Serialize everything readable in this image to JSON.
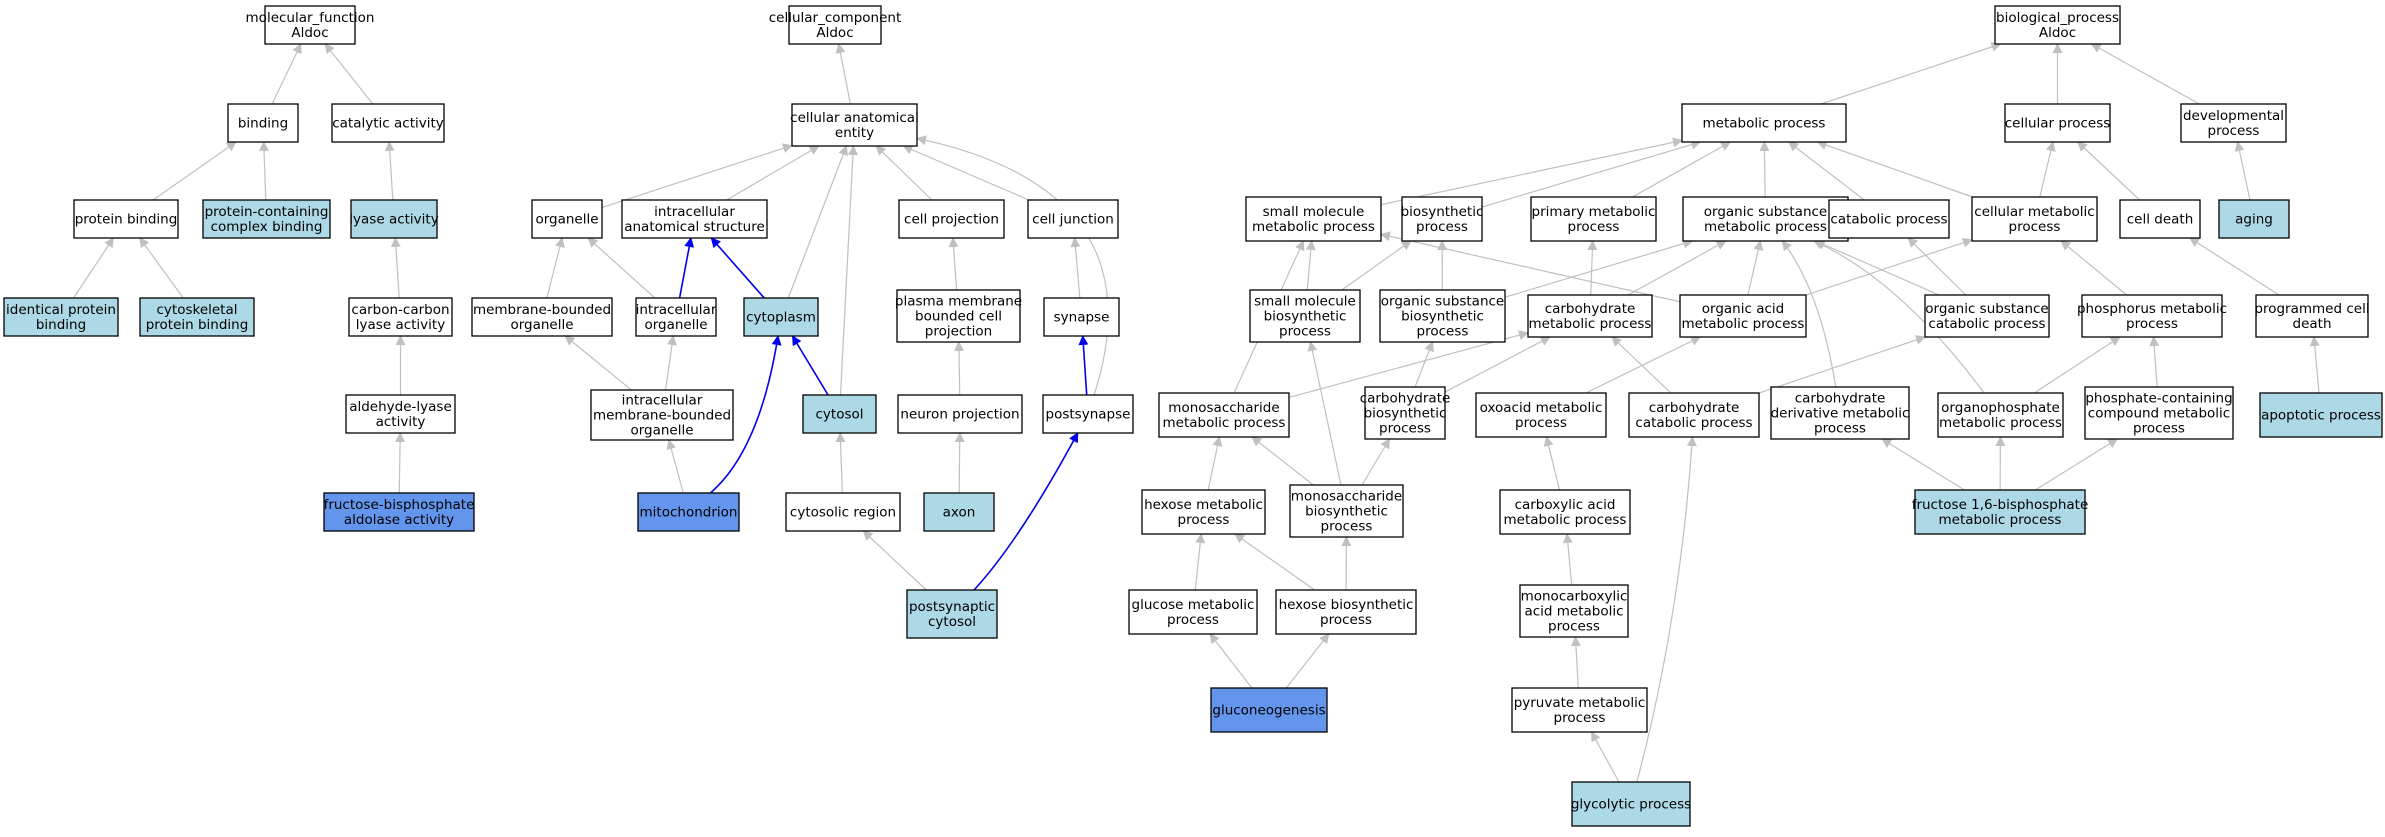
{
  "colors": {
    "edge_default": "#c0c0c0",
    "edge_highlight": "#0000ee",
    "node_plain": "#ffffff",
    "node_light": "#add8e6",
    "node_dark": "#6495ed",
    "node_border": "#000000"
  },
  "nodes": [
    {
      "id": "mf",
      "lines": [
        "molecular_function",
        "Aldoc"
      ],
      "fill": "plain"
    },
    {
      "id": "binding",
      "lines": [
        "binding"
      ],
      "fill": "plain"
    },
    {
      "id": "catalytic",
      "lines": [
        "catalytic activity"
      ],
      "fill": "plain"
    },
    {
      "id": "protein_binding",
      "lines": [
        "protein binding"
      ],
      "fill": "plain"
    },
    {
      "id": "pc_complex",
      "lines": [
        "protein-containing",
        "complex binding"
      ],
      "fill": "light"
    },
    {
      "id": "lyase",
      "lines": [
        "lyase activity"
      ],
      "fill": "light"
    },
    {
      "id": "identical",
      "lines": [
        "identical protein",
        "binding"
      ],
      "fill": "light"
    },
    {
      "id": "cytoskeletal",
      "lines": [
        "cytoskeletal",
        "protein binding"
      ],
      "fill": "light"
    },
    {
      "id": "cc_lyase",
      "lines": [
        "carbon-carbon",
        "lyase activity"
      ],
      "fill": "plain"
    },
    {
      "id": "aldehyde_lyase",
      "lines": [
        "aldehyde-lyase",
        "activity"
      ],
      "fill": "plain"
    },
    {
      "id": "fba",
      "lines": [
        "fructose-bisphosphate",
        "aldolase activity"
      ],
      "fill": "dark"
    },
    {
      "id": "cc",
      "lines": [
        "cellular_component",
        "Aldoc"
      ],
      "fill": "plain"
    },
    {
      "id": "cae",
      "lines": [
        "cellular anatomical",
        "entity"
      ],
      "fill": "plain"
    },
    {
      "id": "organelle",
      "lines": [
        "organelle"
      ],
      "fill": "plain"
    },
    {
      "id": "ias",
      "lines": [
        "intracellular",
        "anatomical structure"
      ],
      "fill": "plain"
    },
    {
      "id": "cell_projection",
      "lines": [
        "cell projection"
      ],
      "fill": "plain"
    },
    {
      "id": "cell_junction",
      "lines": [
        "cell junction"
      ],
      "fill": "plain"
    },
    {
      "id": "mbo",
      "lines": [
        "membrane-bounded",
        "organelle"
      ],
      "fill": "plain"
    },
    {
      "id": "io",
      "lines": [
        "intracellular",
        "organelle"
      ],
      "fill": "plain"
    },
    {
      "id": "cytoplasm",
      "lines": [
        "cytoplasm"
      ],
      "fill": "light"
    },
    {
      "id": "pmbcp",
      "lines": [
        "plasma membrane",
        "bounded cell",
        "projection"
      ],
      "fill": "plain"
    },
    {
      "id": "synapse",
      "lines": [
        "synapse"
      ],
      "fill": "plain"
    },
    {
      "id": "imbo",
      "lines": [
        "intracellular",
        "membrane-bounded",
        "organelle"
      ],
      "fill": "plain"
    },
    {
      "id": "cytosol",
      "lines": [
        "cytosol"
      ],
      "fill": "light"
    },
    {
      "id": "neuron_proj",
      "lines": [
        "neuron projection"
      ],
      "fill": "plain"
    },
    {
      "id": "postsynapse",
      "lines": [
        "postsynapse"
      ],
      "fill": "plain"
    },
    {
      "id": "mito",
      "lines": [
        "mitochondrion"
      ],
      "fill": "dark"
    },
    {
      "id": "cyto_region",
      "lines": [
        "cytosolic region"
      ],
      "fill": "plain"
    },
    {
      "id": "axon",
      "lines": [
        "axon"
      ],
      "fill": "light"
    },
    {
      "id": "psc",
      "lines": [
        "postsynaptic",
        "cytosol"
      ],
      "fill": "light"
    },
    {
      "id": "bp",
      "lines": [
        "biological_process",
        "Aldoc"
      ],
      "fill": "plain"
    },
    {
      "id": "metabolic",
      "lines": [
        "metabolic process"
      ],
      "fill": "plain"
    },
    {
      "id": "cellular_process",
      "lines": [
        "cellular process"
      ],
      "fill": "plain"
    },
    {
      "id": "developmental",
      "lines": [
        "developmental",
        "process"
      ],
      "fill": "plain"
    },
    {
      "id": "smmp",
      "lines": [
        "small molecule",
        "metabolic process"
      ],
      "fill": "plain"
    },
    {
      "id": "biosynthetic",
      "lines": [
        "biosynthetic",
        "process"
      ],
      "fill": "plain"
    },
    {
      "id": "primary",
      "lines": [
        "primary metabolic",
        "process"
      ],
      "fill": "plain"
    },
    {
      "id": "osmp",
      "lines": [
        "organic substance",
        "metabolic process"
      ],
      "fill": "plain"
    },
    {
      "id": "catabolic",
      "lines": [
        "catabolic process"
      ],
      "fill": "plain"
    },
    {
      "id": "cmp",
      "lines": [
        "cellular metabolic",
        "process"
      ],
      "fill": "plain"
    },
    {
      "id": "cell_death",
      "lines": [
        "cell death"
      ],
      "fill": "plain"
    },
    {
      "id": "aging",
      "lines": [
        "aging"
      ],
      "fill": "light"
    },
    {
      "id": "smbp",
      "lines": [
        "small molecule",
        "biosynthetic",
        "process"
      ],
      "fill": "plain"
    },
    {
      "id": "osbp",
      "lines": [
        "organic substance",
        "biosynthetic",
        "process"
      ],
      "fill": "plain"
    },
    {
      "id": "chmp",
      "lines": [
        "carbohydrate",
        "metabolic process"
      ],
      "fill": "plain"
    },
    {
      "id": "oamp",
      "lines": [
        "organic acid",
        "metabolic process"
      ],
      "fill": "plain"
    },
    {
      "id": "oscp",
      "lines": [
        "organic substance",
        "catabolic process"
      ],
      "fill": "plain"
    },
    {
      "id": "phos_mp",
      "lines": [
        "phosphorus metabolic",
        "process"
      ],
      "fill": "plain"
    },
    {
      "id": "pcd",
      "lines": [
        "programmed cell",
        "death"
      ],
      "fill": "plain"
    },
    {
      "id": "monomp",
      "lines": [
        "monosaccharide",
        "metabolic process"
      ],
      "fill": "plain"
    },
    {
      "id": "chbp",
      "lines": [
        "carbohydrate",
        "biosynthetic",
        "process"
      ],
      "fill": "plain"
    },
    {
      "id": "oxomp",
      "lines": [
        "oxoacid metabolic",
        "process"
      ],
      "fill": "plain"
    },
    {
      "id": "chcp",
      "lines": [
        "carbohydrate",
        "catabolic process"
      ],
      "fill": "plain"
    },
    {
      "id": "chdmp",
      "lines": [
        "carbohydrate",
        "derivative metabolic",
        "process"
      ],
      "fill": "plain"
    },
    {
      "id": "opmp",
      "lines": [
        "organophosphate",
        "metabolic process"
      ],
      "fill": "plain"
    },
    {
      "id": "pccmp",
      "lines": [
        "phosphate-containing",
        "compound metabolic",
        "process"
      ],
      "fill": "plain"
    },
    {
      "id": "apoptotic",
      "lines": [
        "apoptotic process"
      ],
      "fill": "light"
    },
    {
      "id": "hexmp",
      "lines": [
        "hexose metabolic",
        "process"
      ],
      "fill": "plain"
    },
    {
      "id": "monobp",
      "lines": [
        "monosaccharide",
        "biosynthetic",
        "process"
      ],
      "fill": "plain"
    },
    {
      "id": "carbox",
      "lines": [
        "carboxylic acid",
        "metabolic process"
      ],
      "fill": "plain"
    },
    {
      "id": "f16bp",
      "lines": [
        "fructose 1,6-bisphosphate",
        "metabolic process"
      ],
      "fill": "light"
    },
    {
      "id": "glucmp",
      "lines": [
        "glucose metabolic",
        "process"
      ],
      "fill": "plain"
    },
    {
      "id": "hexbp",
      "lines": [
        "hexose biosynthetic",
        "process"
      ],
      "fill": "plain"
    },
    {
      "id": "monocarb",
      "lines": [
        "monocarboxylic",
        "acid metabolic",
        "process"
      ],
      "fill": "plain"
    },
    {
      "id": "gluconeo",
      "lines": [
        "gluconeogenesis"
      ],
      "fill": "dark"
    },
    {
      "id": "pyruvate",
      "lines": [
        "pyruvate metabolic",
        "process"
      ],
      "fill": "plain"
    },
    {
      "id": "glycolytic",
      "lines": [
        "glycolytic process"
      ],
      "fill": "light"
    }
  ],
  "edges": [
    {
      "from": "binding",
      "to": "mf"
    },
    {
      "from": "catalytic",
      "to": "mf"
    },
    {
      "from": "protein_binding",
      "to": "binding"
    },
    {
      "from": "pc_complex",
      "to": "binding"
    },
    {
      "from": "lyase",
      "to": "catalytic"
    },
    {
      "from": "identical",
      "to": "protein_binding"
    },
    {
      "from": "cytoskeletal",
      "to": "protein_binding"
    },
    {
      "from": "cc_lyase",
      "to": "lyase"
    },
    {
      "from": "aldehyde_lyase",
      "to": "cc_lyase"
    },
    {
      "from": "fba",
      "to": "aldehyde_lyase"
    },
    {
      "from": "cae",
      "to": "cc"
    },
    {
      "from": "organelle",
      "to": "cae"
    },
    {
      "from": "ias",
      "to": "cae"
    },
    {
      "from": "cytoplasm",
      "to": "cae"
    },
    {
      "from": "cytosol",
      "to": "cae"
    },
    {
      "from": "cell_projection",
      "to": "cae"
    },
    {
      "from": "cell_junction",
      "to": "cae"
    },
    {
      "from": "postsynapse",
      "to": "cae"
    },
    {
      "from": "mbo",
      "to": "organelle"
    },
    {
      "from": "io",
      "to": "organelle"
    },
    {
      "from": "io",
      "to": "ias",
      "highlight": true
    },
    {
      "from": "cytoplasm",
      "to": "ias",
      "highlight": true
    },
    {
      "from": "cytosol",
      "to": "cytoplasm",
      "highlight": true
    },
    {
      "from": "mito",
      "to": "cytoplasm",
      "highlight": true
    },
    {
      "from": "imbo",
      "to": "mbo"
    },
    {
      "from": "imbo",
      "to": "io"
    },
    {
      "from": "mito",
      "to": "imbo"
    },
    {
      "from": "pmbcp",
      "to": "cell_projection"
    },
    {
      "from": "neuron_proj",
      "to": "pmbcp"
    },
    {
      "from": "axon",
      "to": "neuron_proj"
    },
    {
      "from": "synapse",
      "to": "cell_junction"
    },
    {
      "from": "postsynapse",
      "to": "synapse",
      "highlight": true
    },
    {
      "from": "cyto_region",
      "to": "cytosol"
    },
    {
      "from": "psc",
      "to": "cyto_region"
    },
    {
      "from": "psc",
      "to": "postsynapse",
      "highlight": true
    },
    {
      "from": "metabolic",
      "to": "bp"
    },
    {
      "from": "cellular_process",
      "to": "bp"
    },
    {
      "from": "developmental",
      "to": "bp"
    },
    {
      "from": "aging",
      "to": "developmental"
    },
    {
      "from": "smmp",
      "to": "metabolic"
    },
    {
      "from": "biosynthetic",
      "to": "metabolic"
    },
    {
      "from": "primary",
      "to": "metabolic"
    },
    {
      "from": "osmp",
      "to": "metabolic"
    },
    {
      "from": "catabolic",
      "to": "metabolic"
    },
    {
      "from": "cmp",
      "to": "metabolic"
    },
    {
      "from": "cmp",
      "to": "cellular_process"
    },
    {
      "from": "cell_death",
      "to": "cellular_process"
    },
    {
      "from": "pcd",
      "to": "cell_death"
    },
    {
      "from": "apoptotic",
      "to": "pcd"
    },
    {
      "from": "smbp",
      "to": "smmp"
    },
    {
      "from": "smbp",
      "to": "biosynthetic"
    },
    {
      "from": "osbp",
      "to": "biosynthetic"
    },
    {
      "from": "osbp",
      "to": "osmp"
    },
    {
      "from": "chmp",
      "to": "primary"
    },
    {
      "from": "chmp",
      "to": "osmp"
    },
    {
      "from": "oamp",
      "to": "osmp"
    },
    {
      "from": "oamp",
      "to": "smmp"
    },
    {
      "from": "oamp",
      "to": "cmp"
    },
    {
      "from": "oscp",
      "to": "osmp"
    },
    {
      "from": "oscp",
      "to": "catabolic"
    },
    {
      "from": "phos_mp",
      "to": "cmp"
    },
    {
      "from": "monomp",
      "to": "smmp"
    },
    {
      "from": "monomp",
      "to": "chmp"
    },
    {
      "from": "chbp",
      "to": "osbp"
    },
    {
      "from": "chbp",
      "to": "chmp"
    },
    {
      "from": "oxomp",
      "to": "oamp"
    },
    {
      "from": "chcp",
      "to": "chmp"
    },
    {
      "from": "chcp",
      "to": "oscp"
    },
    {
      "from": "chdmp",
      "to": "osmp"
    },
    {
      "from": "opmp",
      "to": "osmp"
    },
    {
      "from": "opmp",
      "to": "phos_mp"
    },
    {
      "from": "pccmp",
      "to": "phos_mp"
    },
    {
      "from": "hexmp",
      "to": "monomp"
    },
    {
      "from": "monobp",
      "to": "monomp"
    },
    {
      "from": "monobp",
      "to": "chbp"
    },
    {
      "from": "monobp",
      "to": "smbp"
    },
    {
      "from": "carbox",
      "to": "oxomp"
    },
    {
      "from": "f16bp",
      "to": "chdmp"
    },
    {
      "from": "f16bp",
      "to": "opmp"
    },
    {
      "from": "f16bp",
      "to": "pccmp"
    },
    {
      "from": "glucmp",
      "to": "hexmp"
    },
    {
      "from": "hexbp",
      "to": "hexmp"
    },
    {
      "from": "hexbp",
      "to": "monobp"
    },
    {
      "from": "monocarb",
      "to": "carbox"
    },
    {
      "from": "gluconeo",
      "to": "glucmp"
    },
    {
      "from": "gluconeo",
      "to": "hexbp"
    },
    {
      "from": "pyruvate",
      "to": "monocarb"
    },
    {
      "from": "glycolytic",
      "to": "pyruvate"
    },
    {
      "from": "glycolytic",
      "to": "chcp"
    }
  ]
}
